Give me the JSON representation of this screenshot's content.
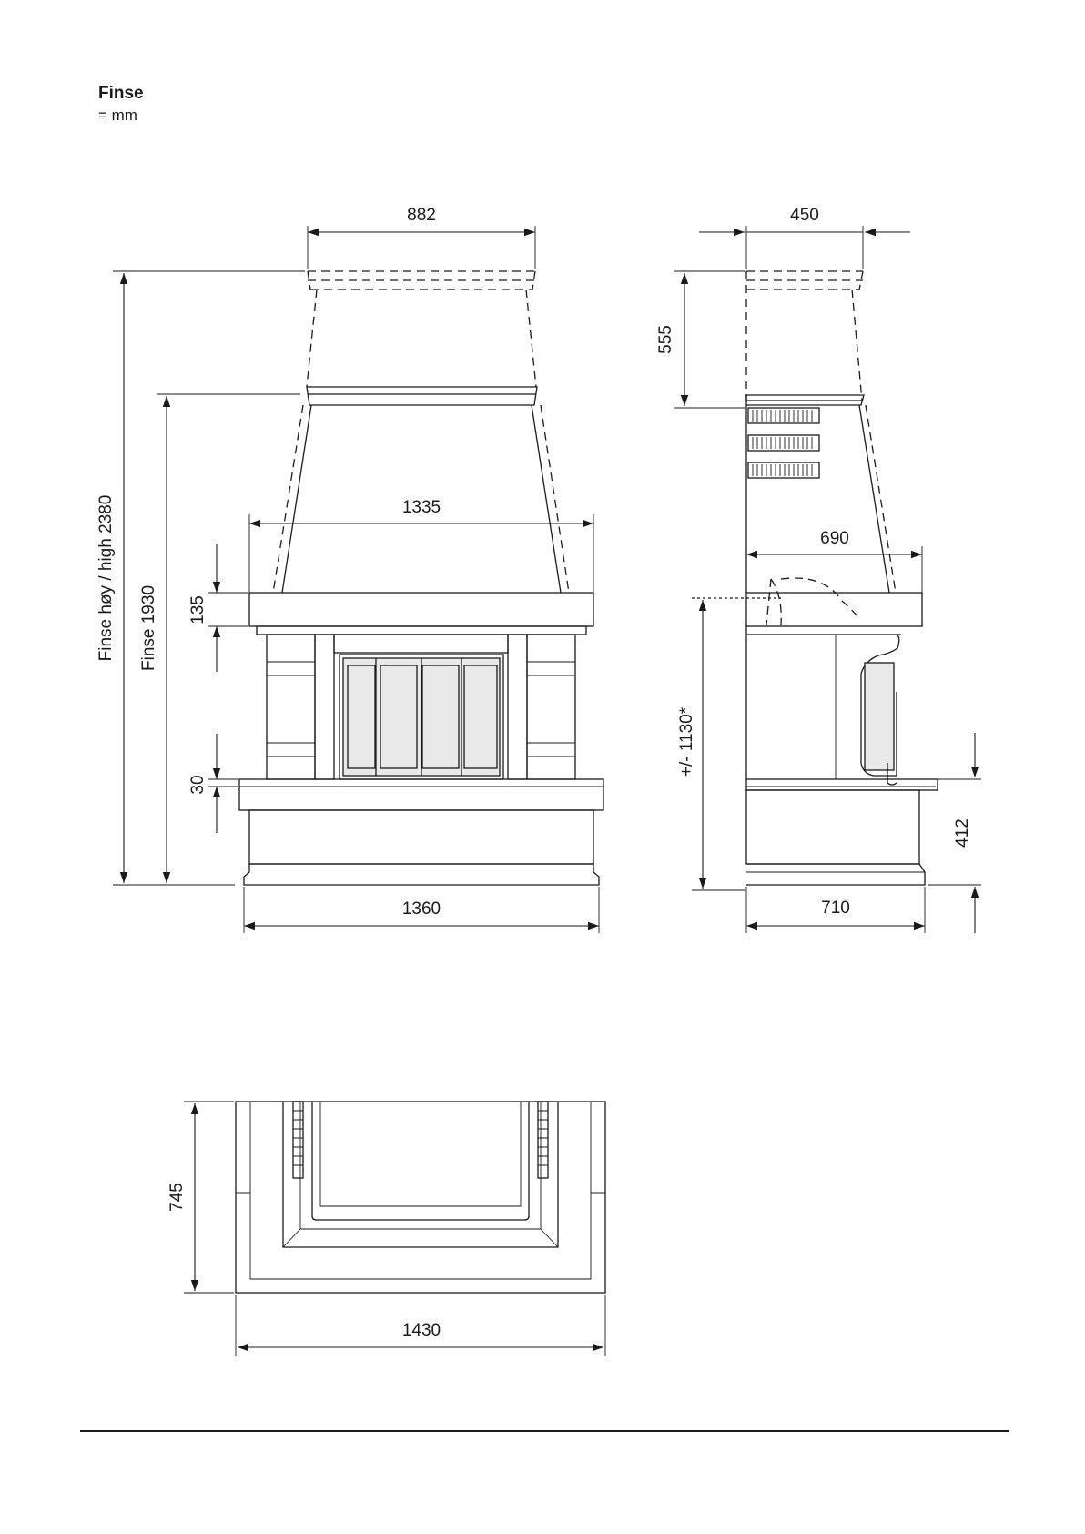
{
  "header": {
    "title": "Finse",
    "unit": "= mm"
  },
  "front_view": {
    "dim_chimney_top_width": "882",
    "dim_hood_width": "1335",
    "dim_mantel_height": "135",
    "dim_hearth_height": "30",
    "dim_base_width": "1360",
    "dim_total_high": "Finse høy / high 2380",
    "dim_total": "Finse 1930"
  },
  "side_view": {
    "dim_top_depth": "450",
    "dim_extension": "555",
    "dim_mantel_depth": "690",
    "dim_inlet_height": "+/- 1130*",
    "dim_base_height": "412",
    "dim_base_depth": "710"
  },
  "plan_view": {
    "dim_depth": "745",
    "dim_width": "1430"
  }
}
